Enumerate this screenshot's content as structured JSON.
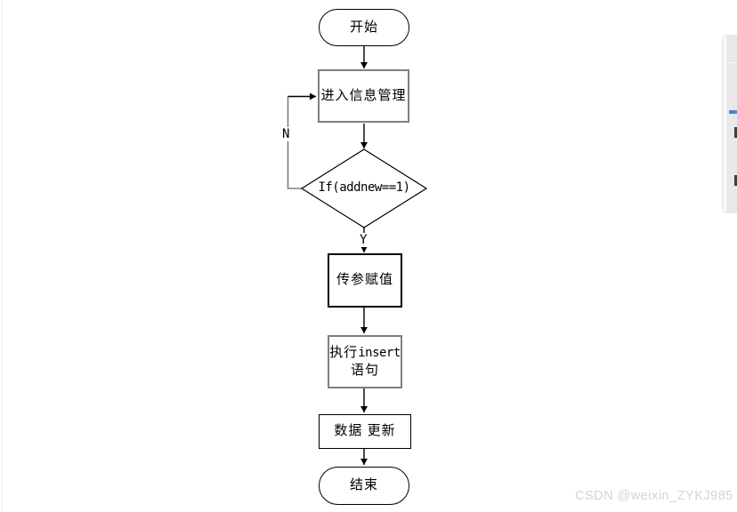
{
  "flowchart": {
    "nodes": {
      "start": "开始",
      "enter": "进入信息管理",
      "decision": "If(addnew==1)",
      "assign": "传参赋值",
      "insert_zh": "执行",
      "insert_en": "insert",
      "insert_line2": "语句",
      "update": "数据 更新",
      "end": "结束"
    },
    "branches": {
      "no": "N",
      "yes": "Y"
    }
  },
  "side_toolbar": {
    "accent_color": "#4f7bd9",
    "icons": [
      "toolbar-icon-fragment-1",
      "toolbar-icon-fragment-2"
    ]
  },
  "watermark": {
    "text": "CSDN @weixin_ZYKJ985"
  },
  "colors": {
    "arrow_line": "#000000",
    "loop_line": "#808080",
    "muted_border": "#7f7f7f",
    "panel_bg": "#e9e9e9",
    "watermark_text": "#d4d4d4"
  }
}
